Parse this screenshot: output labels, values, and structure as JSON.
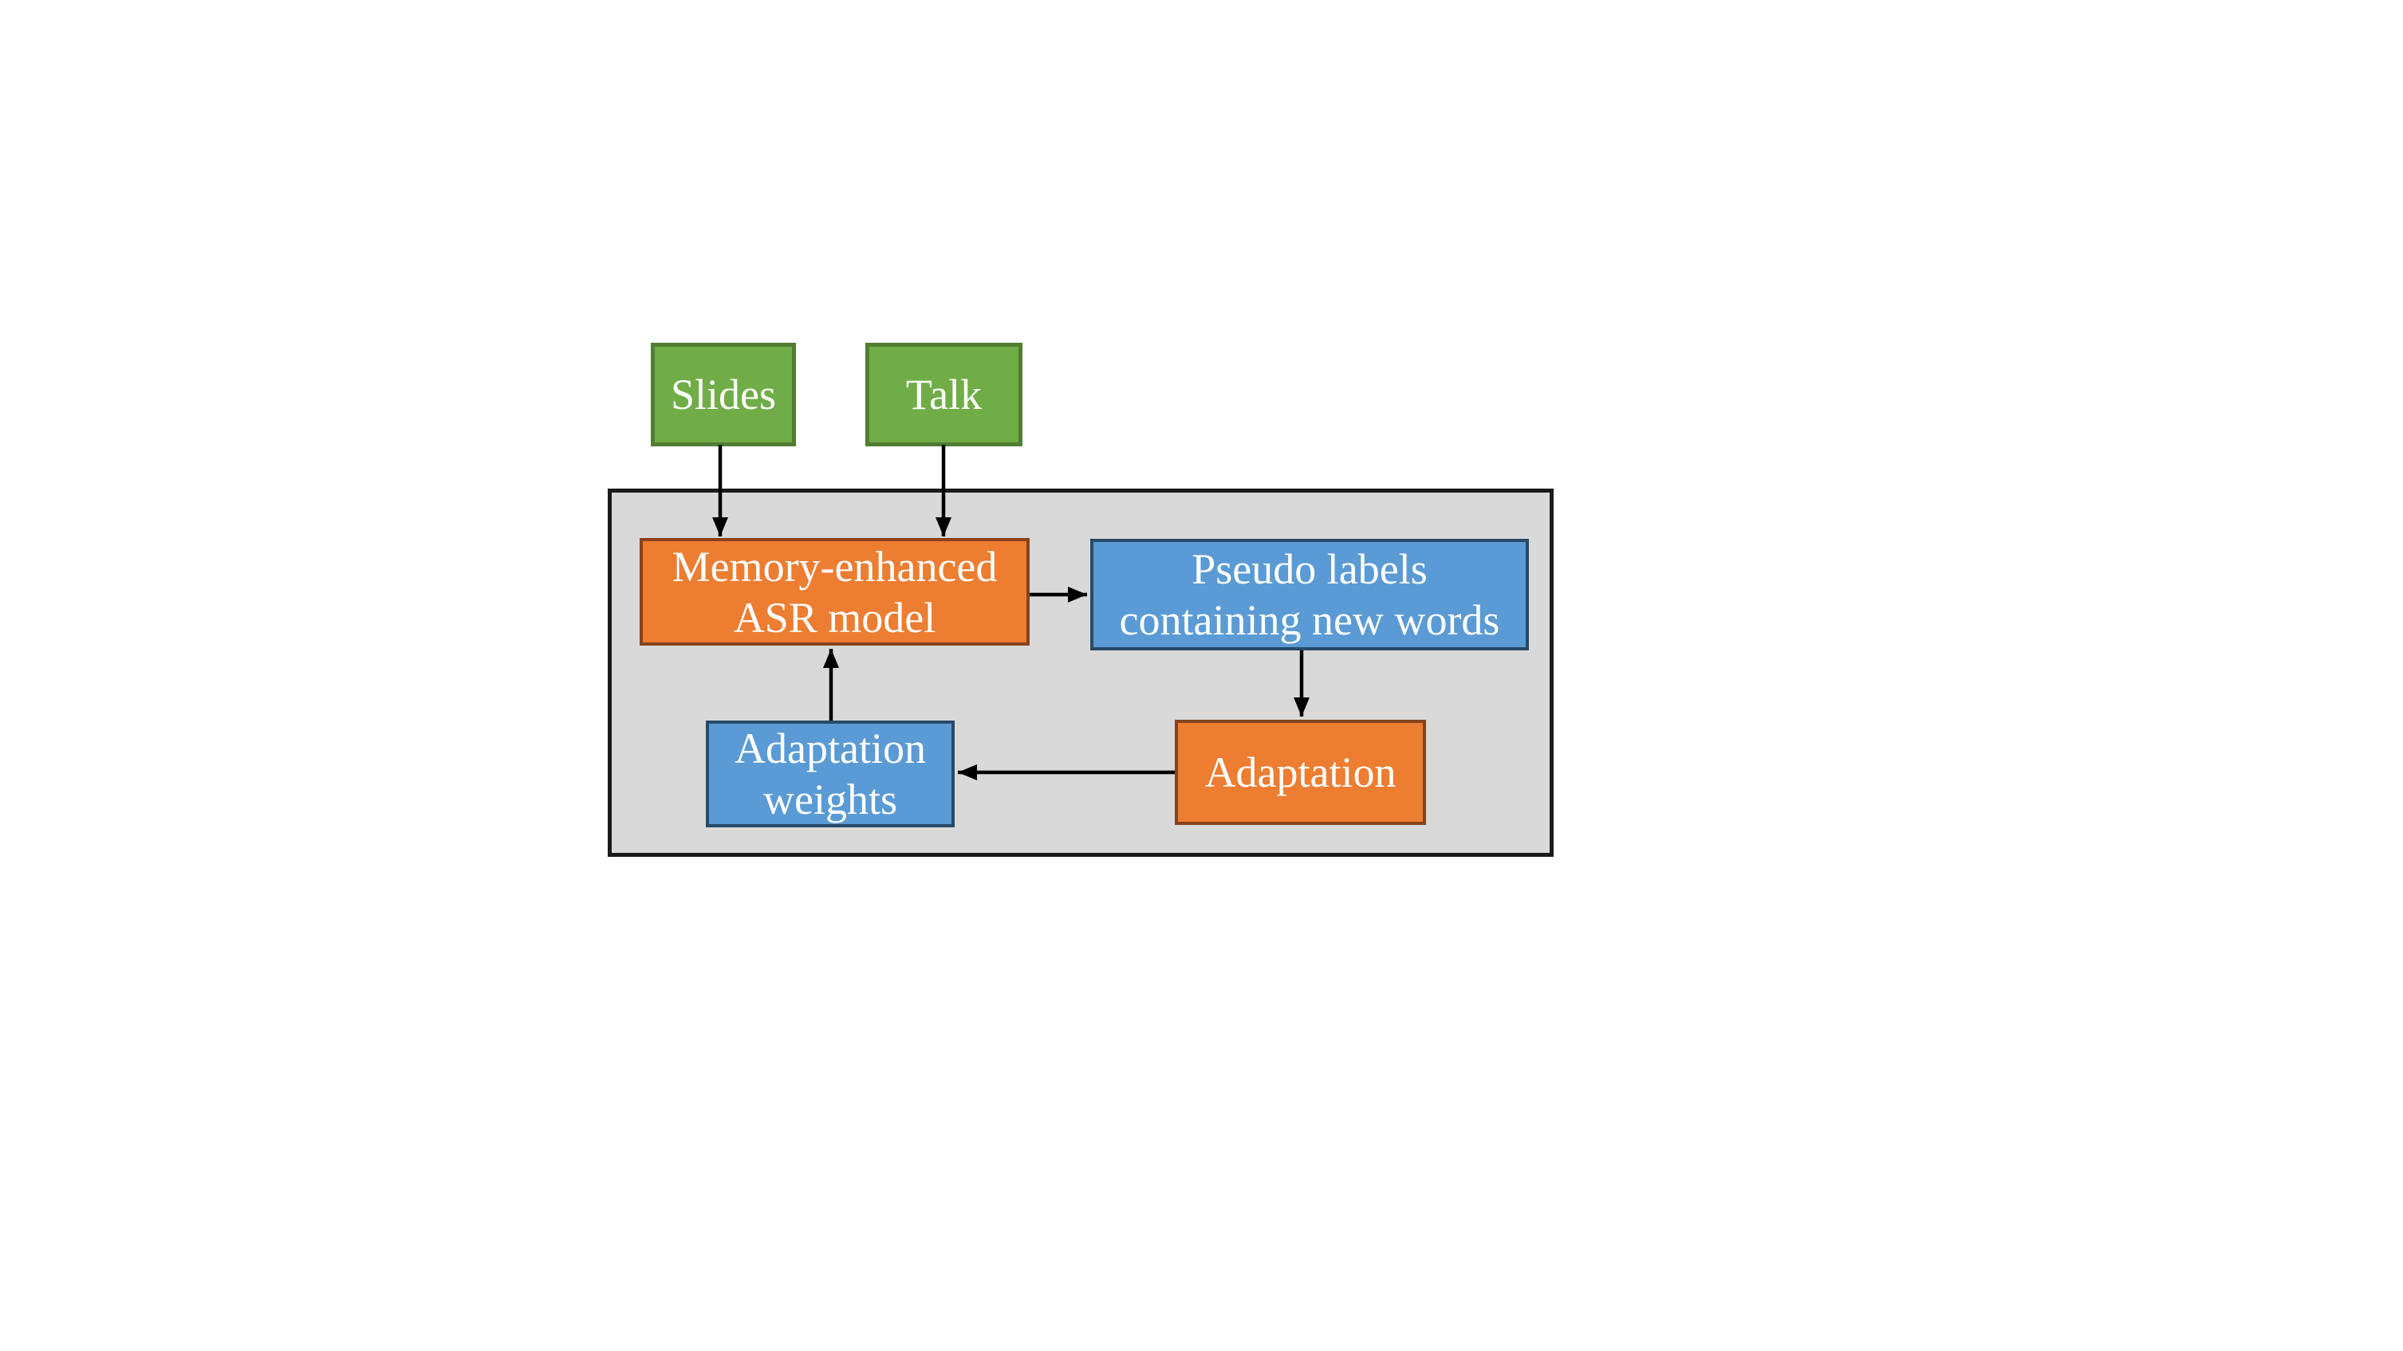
{
  "colors": {
    "page-bg": "#FFFFFF",
    "panel-fill": "#D9D9D9",
    "panel-border": "#1A1A1A",
    "green-fill": "#70AD47",
    "green-border": "#507E32",
    "orange-fill": "#ED7D31",
    "orange-border": "#87431B",
    "blue-fill": "#5B9BD5",
    "blue-border": "#274A68",
    "arrow": "#000000",
    "text": "#FFFFFF"
  },
  "nodes": {
    "slides": {
      "label": "Slides"
    },
    "talk": {
      "label": "Talk"
    },
    "asr": {
      "lines": [
        "Memory-enhanced",
        "ASR model"
      ]
    },
    "pseudo": {
      "lines": [
        "Pseudo labels",
        "containing new words"
      ]
    },
    "weights": {
      "lines": [
        "Adaptation",
        "weights"
      ]
    },
    "adaptation": {
      "label": "Adaptation"
    }
  },
  "arrows": [
    {
      "from": "slides",
      "to": "asr"
    },
    {
      "from": "talk",
      "to": "asr"
    },
    {
      "from": "asr",
      "to": "pseudo"
    },
    {
      "from": "pseudo",
      "to": "adaptation"
    },
    {
      "from": "adaptation",
      "to": "weights"
    },
    {
      "from": "weights",
      "to": "asr"
    }
  ]
}
